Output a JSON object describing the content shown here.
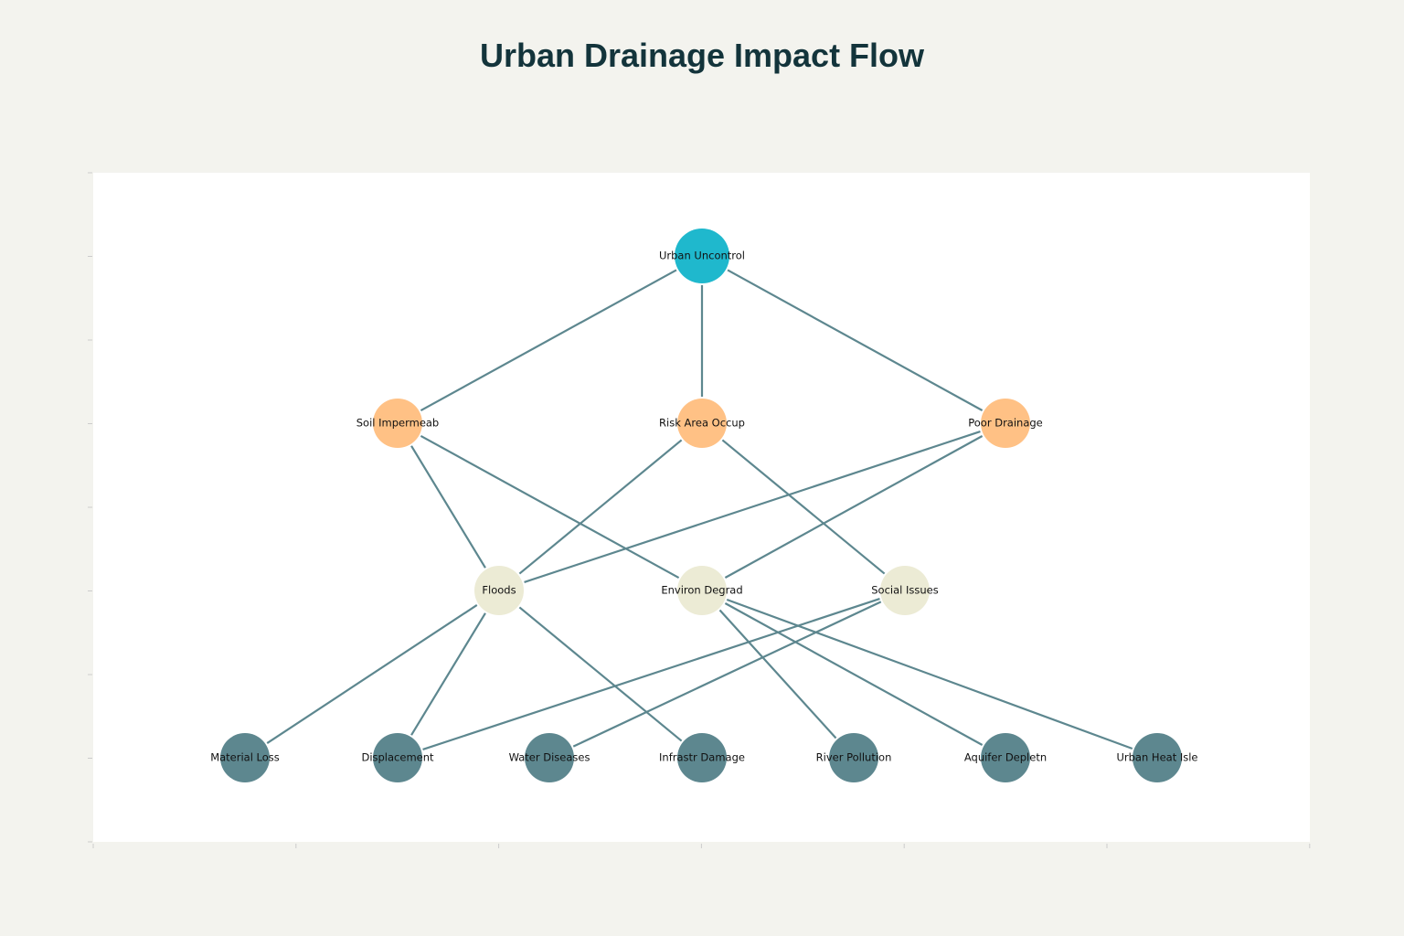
{
  "title": "Urban Drainage Impact Flow",
  "colors": {
    "background": "#F3F3EE",
    "plot": "#FFFFFF",
    "edge": "#5D878F",
    "level_0": "#1FB8CD",
    "level_1": "#FFC185",
    "level_2": "#ECEBD5",
    "level_3": "#5D878F"
  },
  "nodes": [
    {
      "id": "urban",
      "label": "Urban Uncontrol",
      "level": 0
    },
    {
      "id": "soil",
      "label": "Soil Impermeab",
      "level": 1
    },
    {
      "id": "risk",
      "label": "Risk Area Occup",
      "level": 1
    },
    {
      "id": "poor",
      "label": "Poor Drainage",
      "level": 1
    },
    {
      "id": "floods",
      "label": "Floods",
      "level": 2
    },
    {
      "id": "environ",
      "label": "Environ Degrad",
      "level": 2
    },
    {
      "id": "social",
      "label": "Social Issues",
      "level": 2
    },
    {
      "id": "material",
      "label": "Material Loss",
      "level": 3
    },
    {
      "id": "displacement",
      "label": "Displacement",
      "level": 3
    },
    {
      "id": "water",
      "label": "Water Diseases",
      "level": 3
    },
    {
      "id": "infra",
      "label": "Infrastr Damage",
      "level": 3
    },
    {
      "id": "river",
      "label": "River Pollution",
      "level": 3
    },
    {
      "id": "aquifer",
      "label": "Aquifer Depletn",
      "level": 3
    },
    {
      "id": "heat",
      "label": "Urban Heat Isle",
      "level": 3
    }
  ],
  "edges": [
    [
      "urban",
      "soil"
    ],
    [
      "urban",
      "risk"
    ],
    [
      "urban",
      "poor"
    ],
    [
      "soil",
      "floods"
    ],
    [
      "soil",
      "environ"
    ],
    [
      "risk",
      "floods"
    ],
    [
      "risk",
      "social"
    ],
    [
      "poor",
      "floods"
    ],
    [
      "poor",
      "environ"
    ],
    [
      "floods",
      "material"
    ],
    [
      "floods",
      "displacement"
    ],
    [
      "floods",
      "infra"
    ],
    [
      "social",
      "displacement"
    ],
    [
      "social",
      "water"
    ],
    [
      "environ",
      "river"
    ],
    [
      "environ",
      "aquifer"
    ],
    [
      "environ",
      "heat"
    ]
  ]
}
